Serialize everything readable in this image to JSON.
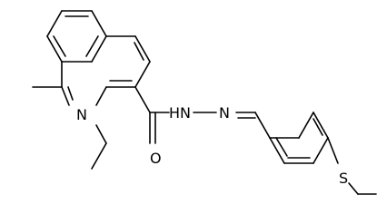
{
  "molecule": {
    "atoms": {
      "ring_nitrogen": "N",
      "amide_oxygen": "O",
      "hydrazide_nh": "HN",
      "hydrazone_n": "N",
      "thioether_s": "S"
    }
  }
}
